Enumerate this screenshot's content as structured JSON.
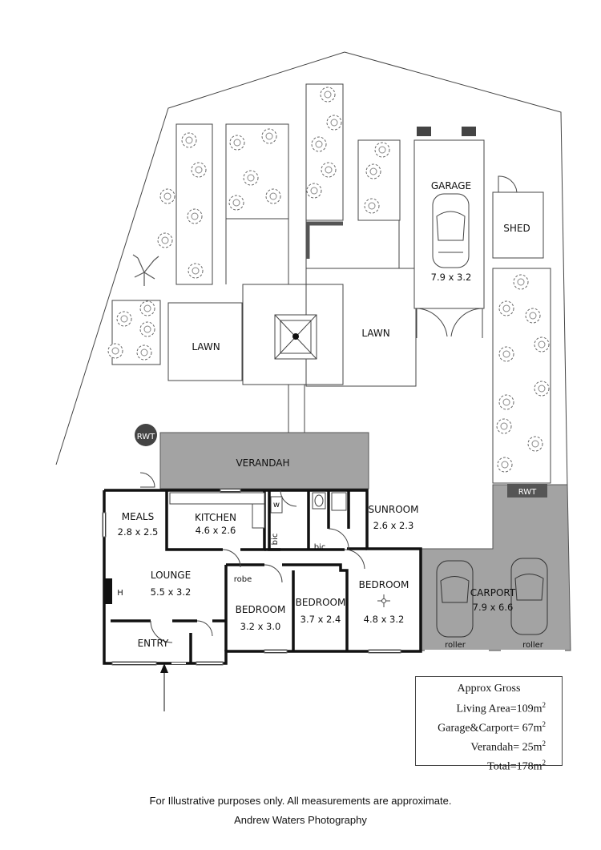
{
  "rooms": {
    "garage": {
      "name": "GARAGE",
      "dim": "7.9 x 3.2"
    },
    "shed": {
      "name": "SHED"
    },
    "lawn_left": {
      "name": "LAWN"
    },
    "lawn_right": {
      "name": "LAWN"
    },
    "rwt_top": {
      "name": "RWT"
    },
    "rwt_right": {
      "name": "RWT"
    },
    "verandah": {
      "name": "VERANDAH"
    },
    "meals": {
      "name": "MEALS",
      "dim": "2.8 x 2.5"
    },
    "kitchen": {
      "name": "KITCHEN",
      "dim": "4.6 x 2.6"
    },
    "sunroom": {
      "name": "SUNROOM",
      "dim": "2.6 x 2.3"
    },
    "lounge": {
      "name": "LOUNGE",
      "dim": "5.5 x 3.2"
    },
    "entry": {
      "name": "ENTRY"
    },
    "bedroom1": {
      "name": "BEDROOM",
      "dim": "3.2 x 3.0"
    },
    "bedroom2": {
      "name": "BEDROOM",
      "dim": "3.7 x 2.4"
    },
    "bedroom3": {
      "name": "BEDROOM",
      "dim": "4.8 x 3.2"
    },
    "carport": {
      "name": "CARPORT",
      "dim": "7.9 x 6.6"
    }
  },
  "small_labels": {
    "robe": "robe",
    "bic1": "bic",
    "bic2": "bic",
    "w": "w",
    "heater": "H",
    "roller1": "roller",
    "roller2": "roller"
  },
  "area_summary": {
    "heading": "Approx Gross",
    "living": {
      "label": "Living Area=",
      "value": "109m"
    },
    "garage_carport": {
      "label": "Garage&Carport= ",
      "value": "67m"
    },
    "verandah": {
      "label": "Verandah= ",
      "value": "25m"
    },
    "total": {
      "label": "Total=",
      "value": "178m"
    },
    "unit_sup": "2"
  },
  "footer": {
    "disclaimer": "For Illustrative purposes only.  All measurements are approximate.",
    "credit": "Andrew Waters Photography"
  },
  "colors": {
    "shaded": "#a3a3a3",
    "wall": "#111111",
    "tree": "#777777"
  }
}
